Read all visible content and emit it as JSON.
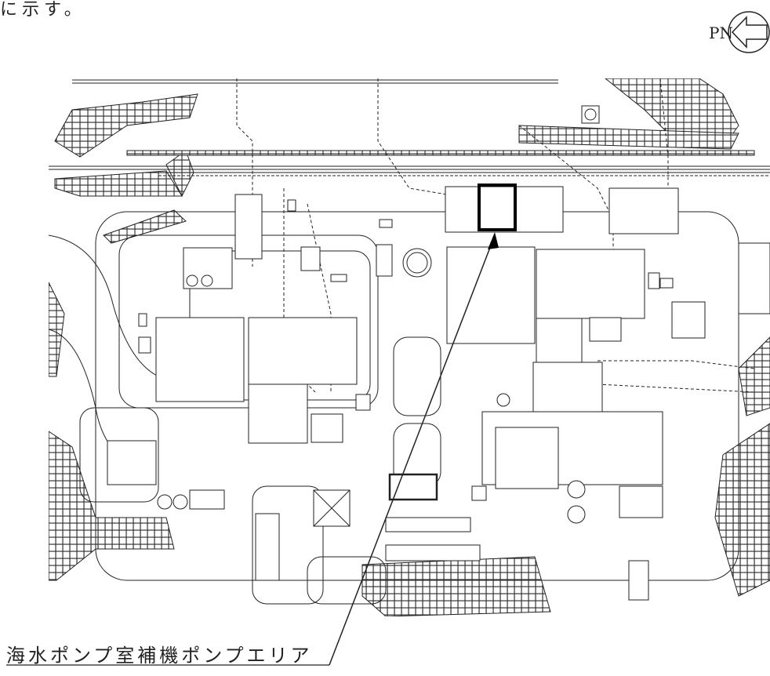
{
  "header": {
    "text": "に示す。"
  },
  "compass": {
    "label": "PN"
  },
  "callout": {
    "label": "海水ポンプ室補機ポンプエリア"
  },
  "colors": {
    "line": "#222222",
    "highlight": "#000000"
  }
}
